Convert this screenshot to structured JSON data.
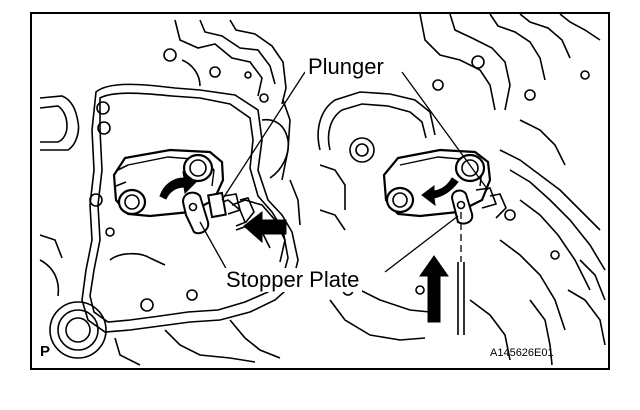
{
  "labels": {
    "plunger": "Plunger",
    "stopper_plate": "Stopper Plate",
    "view_code": "P",
    "figure_id": "A145626E01"
  },
  "colors": {
    "line": "#000000",
    "background": "#ffffff",
    "arrow": "#000000"
  },
  "icons": [
    "rotation-arrow-icon",
    "push-arrow-icon",
    "up-arrow-icon"
  ]
}
